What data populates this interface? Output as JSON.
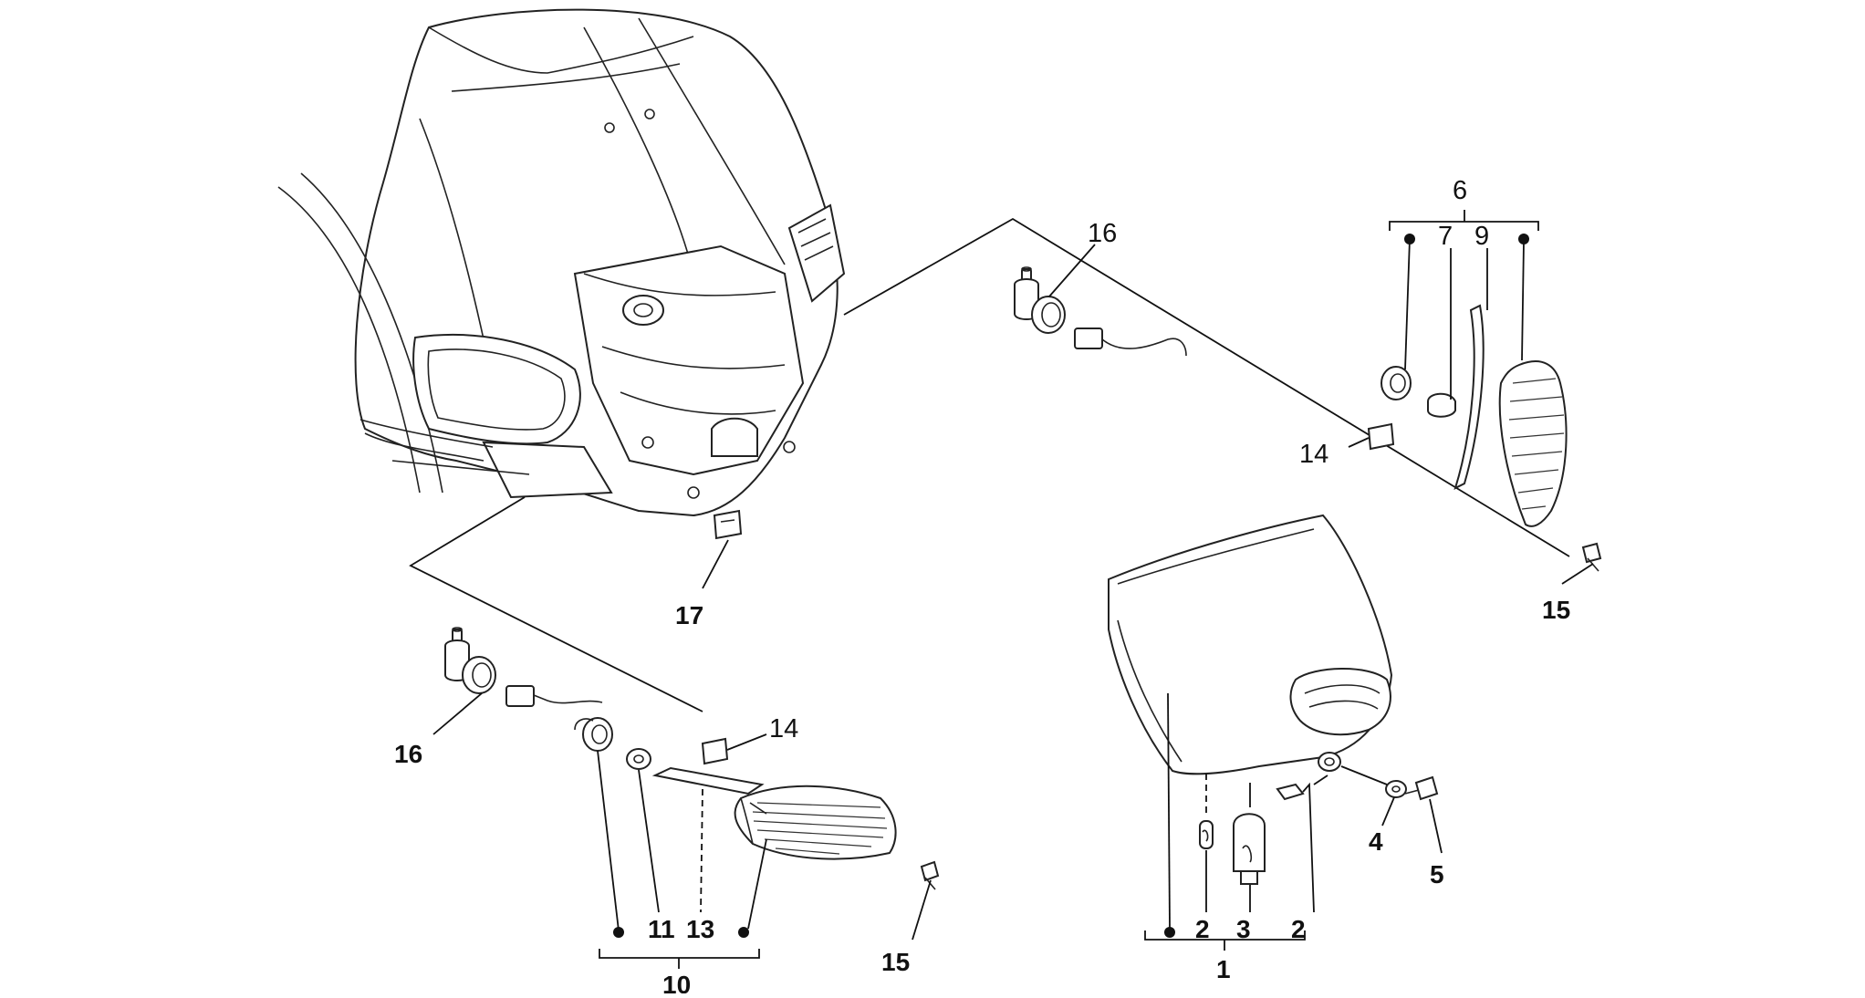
{
  "callouts": {
    "c17": "17",
    "c16_left": "16",
    "c14_left": "14",
    "c15_left": "15",
    "c11": "11",
    "c13": "13",
    "c10": "10",
    "c16_right": "16",
    "c6": "6",
    "c7": "7",
    "c9": "9",
    "c14_right": "14",
    "c15_right": "15",
    "c4": "4",
    "c5": "5",
    "c2_a": "2",
    "c3": "3",
    "c2_b": "2",
    "c1": "1"
  },
  "colors": {
    "line": "#222222",
    "background": "#ffffff"
  }
}
